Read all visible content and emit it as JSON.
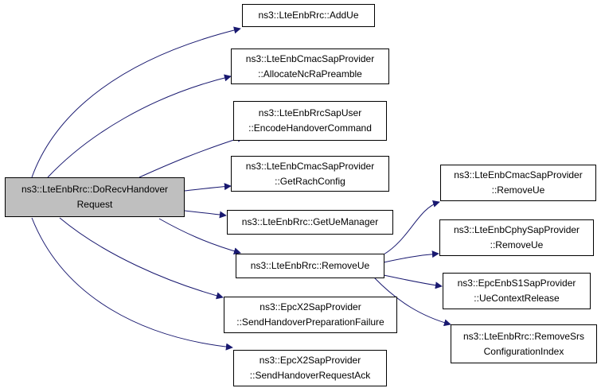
{
  "colors": {
    "edge": "#191970",
    "root_fill": "#bfbfbf",
    "node_fill": "#ffffff",
    "border": "#000000"
  },
  "nodes": {
    "root": {
      "line1": "ns3::LteEnbRrc::DoRecvHandover",
      "line2": "Request"
    },
    "add_ue": {
      "line1": "ns3::LteEnbRrc::AddUe"
    },
    "allocate": {
      "line1": "ns3::LteEnbCmacSapProvider",
      "line2": "::AllocateNcRaPreamble"
    },
    "encode": {
      "line1": "ns3::LteEnbRrcSapUser",
      "line2": "::EncodeHandoverCommand"
    },
    "rach": {
      "line1": "ns3::LteEnbCmacSapProvider",
      "line2": "::GetRachConfig"
    },
    "uemanager": {
      "line1": "ns3::LteEnbRrc::GetUeManager"
    },
    "removeue": {
      "line1": "ns3::LteEnbRrc::RemoveUe"
    },
    "prepfail": {
      "line1": "ns3::EpcX2SapProvider",
      "line2": "::SendHandoverPreparationFailure"
    },
    "reqack": {
      "line1": "ns3::EpcX2SapProvider",
      "line2": "::SendHandoverRequestAck"
    },
    "cmac_remove": {
      "line1": "ns3::LteEnbCmacSapProvider",
      "line2": "::RemoveUe"
    },
    "cphy_remove": {
      "line1": "ns3::LteEnbCphySapProvider",
      "line2": "::RemoveUe"
    },
    "s1_release": {
      "line1": "ns3::EpcEnbS1SapProvider",
      "line2": "::UeContextRelease"
    },
    "srs": {
      "line1": "ns3::LteEnbRrc::RemoveSrs",
      "line2": "ConfigurationIndex"
    }
  }
}
